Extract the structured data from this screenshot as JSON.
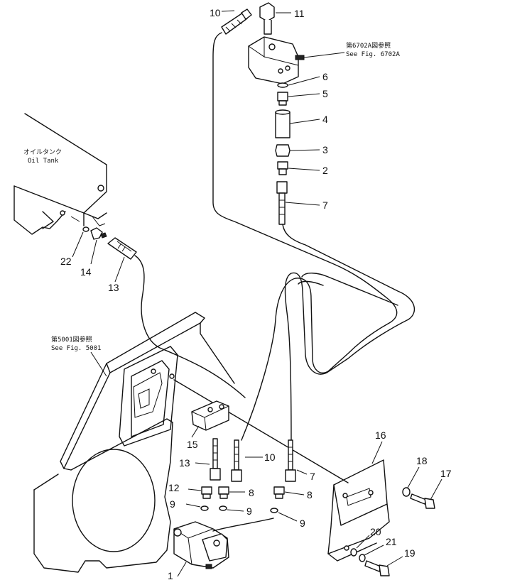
{
  "labels": {
    "p1": "1",
    "p2": "2",
    "p3": "3",
    "p4": "4",
    "p5": "5",
    "p6": "6",
    "p7a": "7",
    "p7b": "7",
    "p8a": "8",
    "p8b": "8",
    "p9a": "9",
    "p9b": "9",
    "p9c": "9",
    "p10a": "10",
    "p10b": "10",
    "p11": "11",
    "p12": "12",
    "p13a": "13",
    "p13b": "13",
    "p14": "14",
    "p15": "15",
    "p16": "16",
    "p17": "17",
    "p18": "18",
    "p19": "19",
    "p20": "20",
    "p21": "21",
    "p22": "22"
  },
  "notes": {
    "ref6702_jp": "第6702A図参照",
    "ref6702_en": "See Fig. 6702A",
    "tank_jp": "オイルタンク",
    "tank_en": "Oil Tank",
    "ref5001_jp": "第5001図参照",
    "ref5001_en": "See Fig. 5001"
  }
}
